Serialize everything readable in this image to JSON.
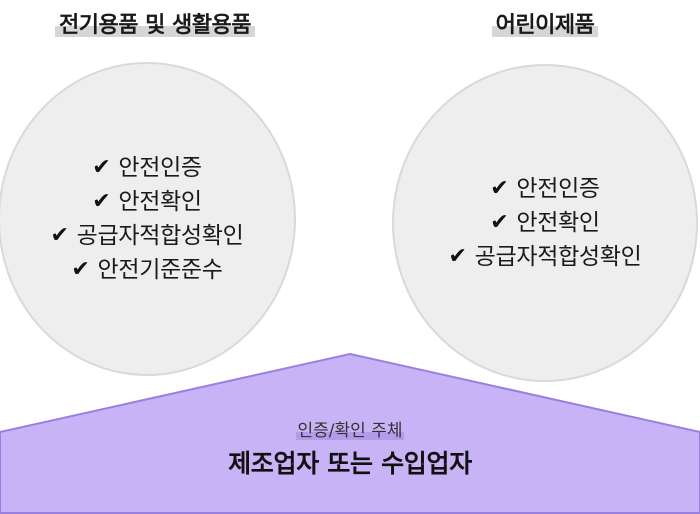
{
  "left_group": {
    "title": "전기용품 및 생활용품",
    "items": [
      "안전인증",
      "안전확인",
      "공급자적합성확인",
      "안전기준준수"
    ]
  },
  "right_group": {
    "title": "어린이제품",
    "items": [
      "안전인증",
      "안전확인",
      "공급자적합성확인"
    ]
  },
  "base": {
    "subtitle": "인증/확인 주체",
    "title": "제조업자 또는 수입업자"
  },
  "check_glyph": "✔",
  "colors": {
    "circle_fill": "#eeeeee",
    "circle_border": "#d9d9d9",
    "base_fill": "#c8b3f6",
    "base_border": "#9b7fe0",
    "heading_highlight": "#d6d6d6",
    "subtitle_highlight": "#b49ae8"
  }
}
